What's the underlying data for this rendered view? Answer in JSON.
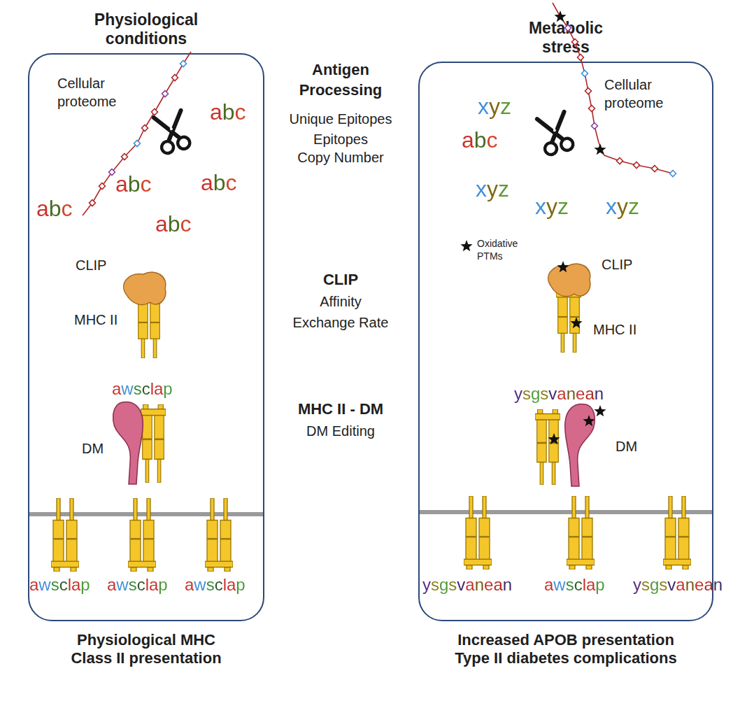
{
  "diagram": {
    "nodes": [
      {
        "text": [
          "Physiological conditions",
          "Physiological MHC Class II presentation"
        ]
      },
      {
        "text": [
          "Metabolic stress",
          "Increased APOB presentation Type II diabetes complications"
        ]
      }
    ],
    "labels": [
      "Antigen Processing",
      "Unique Epitopes",
      "Epitopes Copy Number",
      "CLIP",
      "Affinity",
      "Exchange Rate",
      "MHC II - DM",
      "DM Editing",
      "Cellular proteome",
      "abc",
      "abc",
      "abc",
      "abc",
      "abc",
      "CLIP",
      "MHC II",
      "awsclap",
      "DM",
      "awsclap",
      "awsclap",
      "awsclap",
      "Cellular proteome",
      "xyz",
      "abc",
      "xyz",
      "xyz",
      "xyz",
      "CLIP",
      "MHC II",
      "ysgsvanean",
      "DM",
      "ysgsvanean",
      "awsclap",
      "ysgsvanean"
    ],
    "legend": [
      {
        "text": "Oxidative PTMs"
      }
    ]
  }
}
